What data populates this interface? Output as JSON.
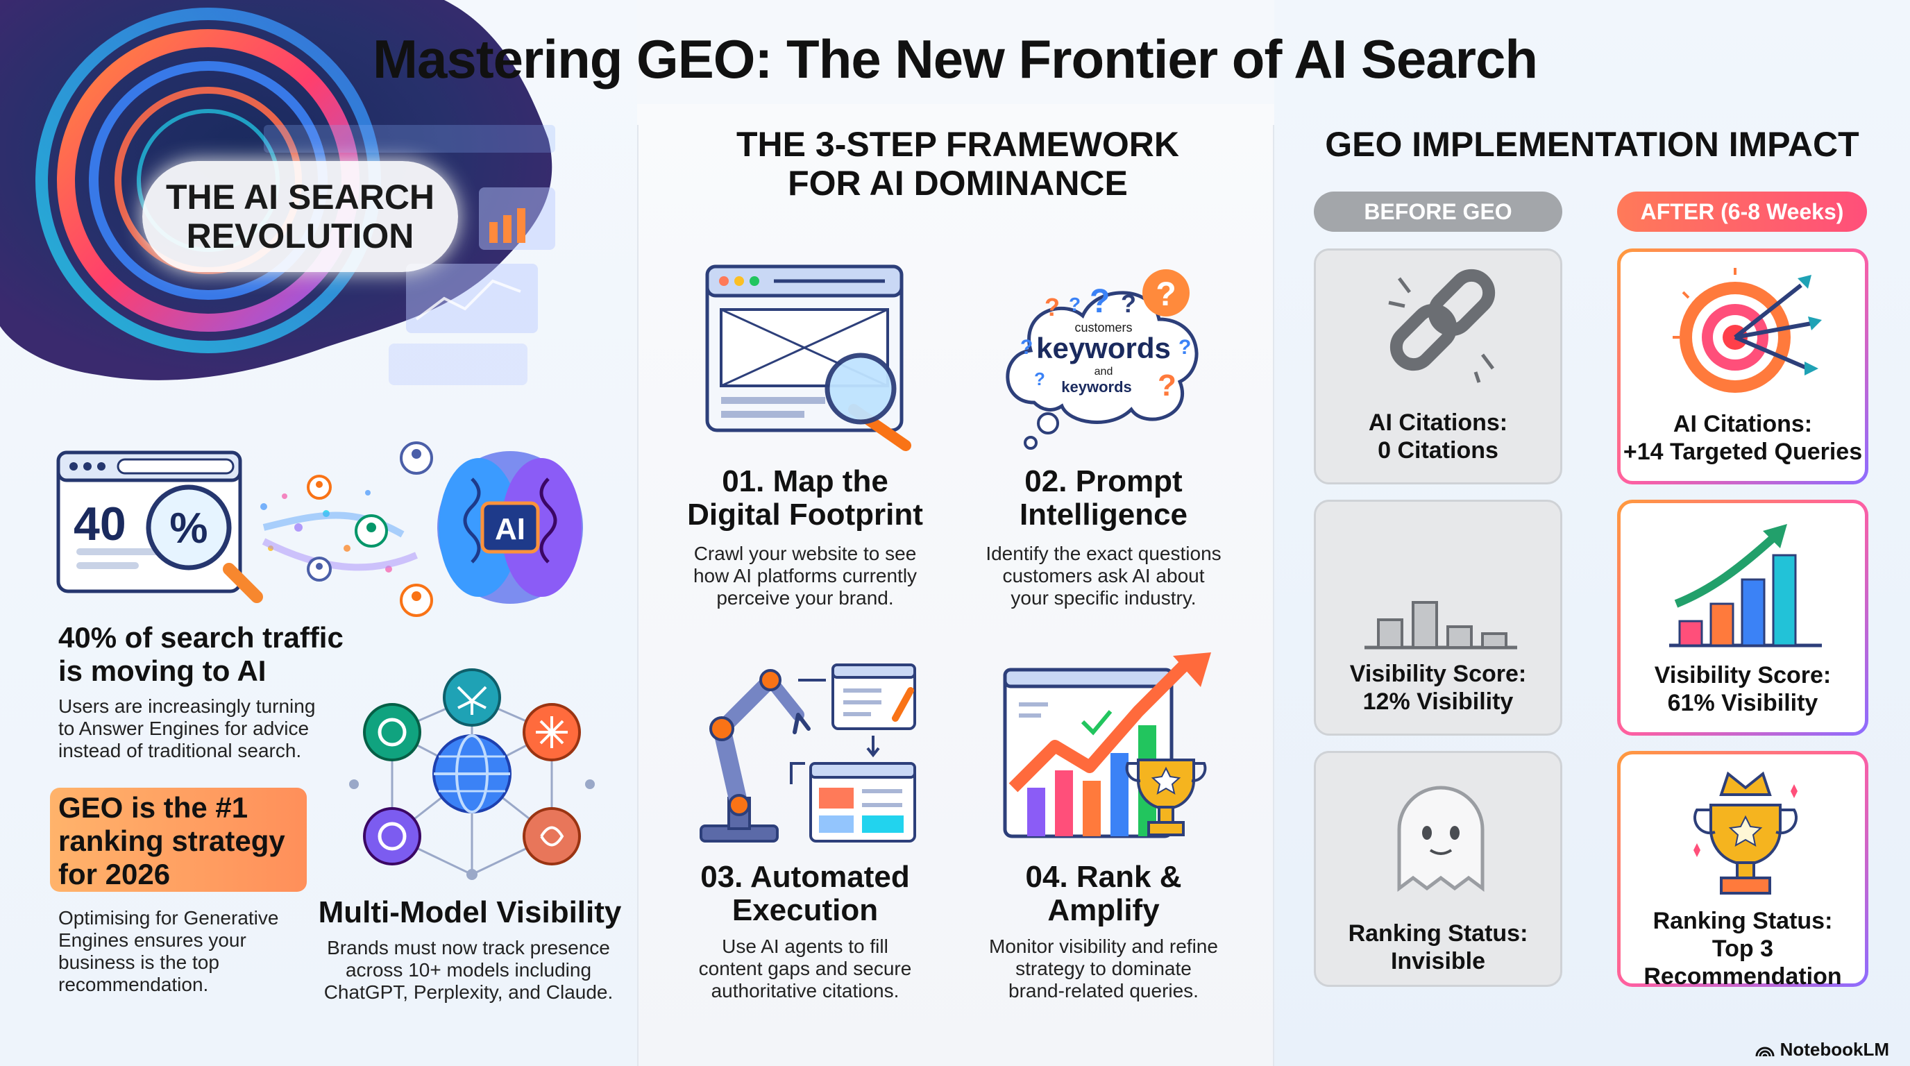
{
  "title": "Mastering GEO: The New Frontier of AI Search",
  "hero": {
    "label_line1": "THE AI SEARCH",
    "label_line2": "REVOLUTION"
  },
  "left": {
    "search_icon_value": "40",
    "search_icon_symbol": "%",
    "brain_label": "AI",
    "stat_title_line1": "40% of search traffic",
    "stat_title_line2": "is moving to AI",
    "stat_desc": [
      "Users are increasingly turning",
      "to Answer Engines for advice",
      "instead of traditional search."
    ],
    "highlight_lines": [
      "GEO is the #1",
      "ranking strategy",
      "for 2026"
    ],
    "highlight_desc": [
      "Optimising for Generative",
      "Engines ensures your",
      "business is the top",
      "recommendation."
    ],
    "multi_title": "Multi-Model Visibility",
    "multi_desc": [
      "Brands must now track presence",
      "across 10+ models including",
      "ChatGPT, Perplexity, and Claude."
    ]
  },
  "framework": {
    "title_line1": "THE 3-STEP FRAMEWORK",
    "title_line2": "FOR AI DOMINANCE",
    "cloud_words": {
      "top": "customers",
      "main": "keywords",
      "and": "and",
      "bottom": "keywords"
    },
    "steps": [
      {
        "title1": "01. Map the",
        "title2": "Digital Footprint",
        "desc": [
          "Crawl your website to see",
          "how AI platforms currently",
          "perceive your brand."
        ]
      },
      {
        "title1": "02. Prompt",
        "title2": "Intelligence",
        "desc": [
          "Identify the exact questions",
          "customers ask AI about",
          "your specific industry."
        ]
      },
      {
        "title1": "03. Automated",
        "title2": "Execution",
        "desc": [
          "Use AI agents to fill",
          "content gaps and secure",
          "authoritative citations."
        ]
      },
      {
        "title1": "04. Rank &",
        "title2": "Amplify",
        "desc": [
          "Monitor visibility and refine",
          "strategy to dominate",
          "brand-related queries."
        ]
      }
    ]
  },
  "impact": {
    "title": "GEO IMPLEMENTATION IMPACT",
    "before_label": "BEFORE GEO",
    "after_label": "AFTER (6-8 Weeks)",
    "before": [
      {
        "l1": "AI Citations:",
        "l2": "0 Citations"
      },
      {
        "l1": "Visibility Score:",
        "l2": "12% Visibility"
      },
      {
        "l1": "Ranking Status:",
        "l2": "Invisible"
      }
    ],
    "after": [
      {
        "l1": "AI Citations:",
        "l2": "+14 Targeted Queries"
      },
      {
        "l1": "Visibility Score:",
        "l2": "61% Visibility"
      },
      {
        "l1": "Ranking Status:",
        "l2": "Top 3",
        "l3": "Recommendation"
      }
    ]
  },
  "brand": "NotebookLM",
  "colors": {
    "accent_orange": "#ff7a3c",
    "accent_blue": "#2f6fd6",
    "accent_purple": "#7a52e0",
    "before_gray": "#a3a6aa"
  }
}
